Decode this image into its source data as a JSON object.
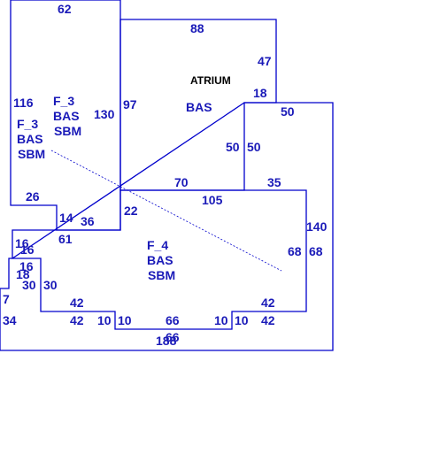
{
  "colors": {
    "line": "#0000cc",
    "text": "#1a1ab8",
    "atrium_text": "#000000"
  },
  "areas": {
    "f3_upper": {
      "code": "F_3",
      "line2": "BAS",
      "line3": "SBM"
    },
    "f3_lower": {
      "code": "F_3",
      "line2": "BAS",
      "line3": "SBM"
    },
    "f4": {
      "code": "F_4",
      "line2": "BAS",
      "line3": "SBM"
    },
    "atrium": {
      "title": "ATRIUM",
      "line2": "BAS"
    }
  },
  "dimensions": {
    "d62": "62",
    "d88": "88",
    "d47": "47",
    "d18a": "18",
    "d50a": "50",
    "d116": "116",
    "d130": "130",
    "d97": "97",
    "d50b": "50",
    "d50c": "50",
    "d70": "70",
    "d105": "105",
    "d35": "35",
    "d26": "26",
    "d14": "14",
    "d36": "36",
    "d22": "22",
    "d140": "140",
    "d61": "61",
    "d16a": "16",
    "d16b": "16",
    "d16c": "16",
    "d18b": "18",
    "d68a": "68",
    "d68b": "68",
    "d30a": "30",
    "d30b": "30",
    "d7": "7",
    "d42a": "42",
    "d42b": "42",
    "d42c": "42",
    "d42d": "42",
    "d34": "34",
    "d10a": "10",
    "d10b": "10",
    "d66a": "66",
    "d10c": "10",
    "d10d": "10",
    "d188": "188",
    "d66b": "66"
  }
}
